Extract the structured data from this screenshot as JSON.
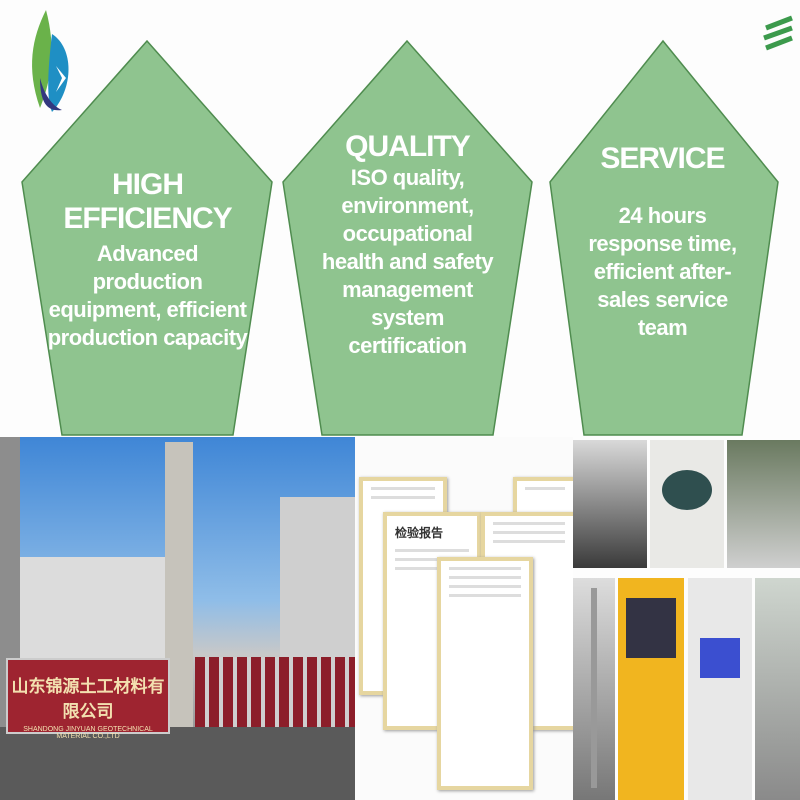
{
  "colors": {
    "pentagon_fill": "#8fc48f",
    "pentagon_border": "#4f8c4f",
    "text": "#ffffff"
  },
  "logo": {
    "icon": "leaf-wave-logo-icon"
  },
  "corner_icon": "green-stripes-icon",
  "pillars": [
    {
      "title": "HIGH EFFICIENCY",
      "body": [
        "Advanced production",
        "equipment, efficient",
        "production capacity"
      ]
    },
    {
      "title": "QUALITY",
      "body": [
        "ISO quality,",
        "environment,",
        "occupational",
        "health and safety",
        "management",
        "system",
        "certification"
      ]
    },
    {
      "title": "SERVICE",
      "body": [
        "24 hours",
        "response time,",
        "efficient after-",
        "sales service",
        "team"
      ]
    }
  ],
  "factory_sign": {
    "chinese": "山东锦源土工材料有限公司",
    "english": "SHANDONG JINYUAN GEOTECHNICAL MATERIAL CO.,LTD"
  },
  "certificates": {
    "heading": "检验报告"
  }
}
